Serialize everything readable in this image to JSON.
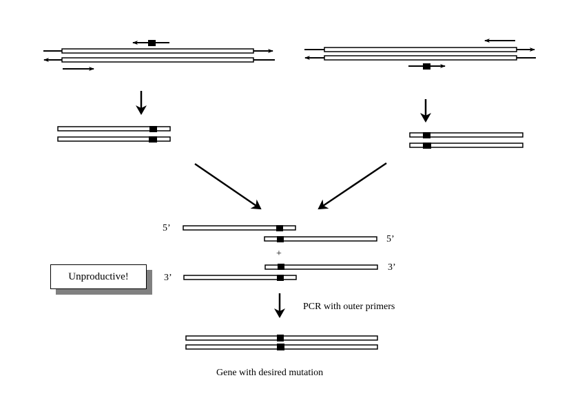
{
  "diagram": {
    "title": "Overlap extension PCR site-directed mutagenesis",
    "labels": {
      "five_prime_top": "5’",
      "five_prime_right": "5’",
      "three_prime_right": "3’",
      "three_prime_left": "3’",
      "plus": "+",
      "pcr_step": "PCR with outer primers",
      "result": "Gene with desired mutation",
      "unproductive": "Unproductive!"
    },
    "colors": {
      "strand_fill": "#ffffff",
      "stroke": "#000000",
      "mutation_marker": "#000000",
      "shadow": "#808080"
    }
  }
}
